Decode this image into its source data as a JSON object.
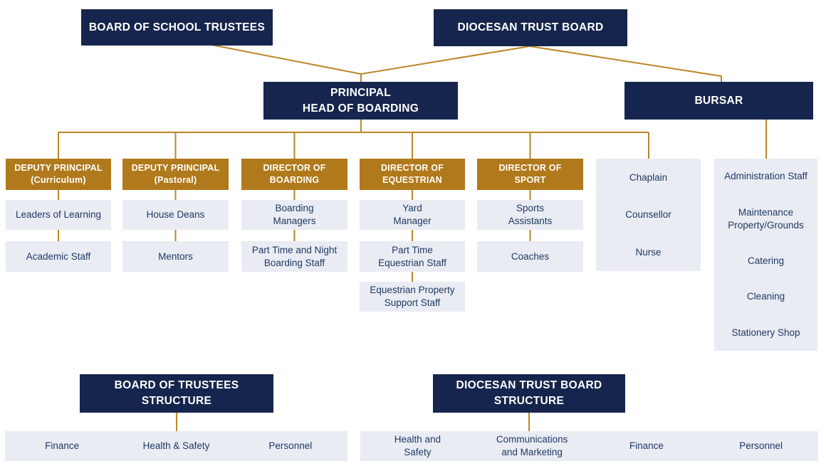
{
  "colors": {
    "navy": "#16254D",
    "gold": "#B0791B",
    "connector": "#BB8527",
    "light_box": "#EAECF3",
    "light_box_text": "#1F3864"
  },
  "nodes": {
    "board_of_school_trustees": "BOARD OF SCHOOL TRUSTEES",
    "diocesan_trust_board": "DIOCESAN TRUST BOARD",
    "principal": "PRINCIPAL\nHEAD OF BOARDING",
    "bursar": "BURSAR",
    "deputy_principal_curriculum": "DEPUTY PRINCIPAL\n(Curriculum)",
    "deputy_principal_pastoral": "DEPUTY PRINCIPAL\n(Pastoral)",
    "director_of_boarding": "DIRECTOR OF\nBOARDING",
    "director_of_equestrian": "DIRECTOR OF\nEQUESTRIAN",
    "director_of_sport": "DIRECTOR OF\nSPORT",
    "leaders_of_learning": "Leaders of Learning",
    "academic_staff": "Academic Staff",
    "house_deans": "House Deans",
    "mentors": "Mentors",
    "boarding_managers": "Boarding\nManagers",
    "part_time_night_boarding_staff": "Part Time and Night\nBoarding Staff",
    "yard_manager": "Yard\nManager",
    "part_time_equestrian_staff": "Part Time\nEquestrian Staff",
    "equestrian_property_support_staff": "Equestrian Property\nSupport Staff",
    "sports_assistants": "Sports\nAssistants",
    "coaches": "Coaches",
    "chaplain": "Chaplain",
    "counsellor": "Counsellor",
    "nurse": "Nurse",
    "administration_staff": "Administration Staff",
    "maintenance_property_grounds": "Maintenance\nProperty/Grounds",
    "catering": "Catering",
    "cleaning": "Cleaning",
    "stationery_shop": "Stationery Shop",
    "board_of_trustees_structure": "BOARD OF TRUSTEES\nSTRUCTURE",
    "diocesan_trust_board_structure": "DIOCESAN TRUST BOARD\nSTRUCTURE",
    "bot_finance": "Finance",
    "bot_health_safety": "Health & Safety",
    "bot_personnel": "Personnel",
    "dtb_health_and_safety": "Health and\nSafety",
    "dtb_communications_marketing": "Communications\nand Marketing",
    "dtb_finance": "Finance",
    "dtb_personnel": "Personnel"
  }
}
